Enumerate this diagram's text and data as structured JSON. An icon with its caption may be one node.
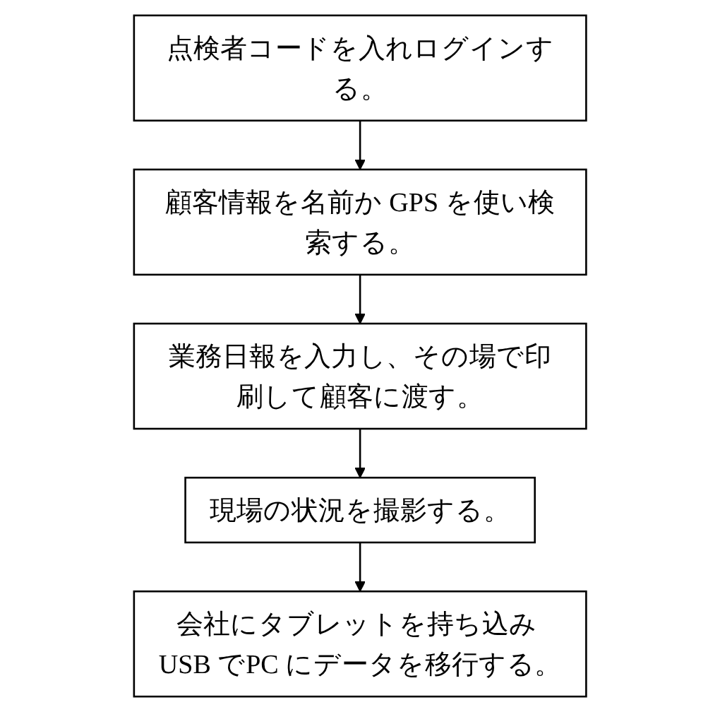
{
  "diagram": {
    "nodes": [
      {
        "text": [
          "点検者コードを入れログインする。"
        ]
      },
      {
        "text": [
          "顧客情報を名前か GPS を使い検索する。"
        ]
      },
      {
        "text": [
          "業務日報を入力し、その場で印刷して顧客に渡す。"
        ]
      },
      {
        "text": [
          "現場の状況を撮影する。"
        ]
      },
      {
        "text": [
          "会社にタブレットを持ち込み USB でPC にデータを移行する。"
        ]
      }
    ],
    "edges": [
      {
        "from": 0,
        "to": 1,
        "arrow": "to"
      },
      {
        "from": 1,
        "to": 2,
        "arrow": "to"
      },
      {
        "from": 2,
        "to": 3,
        "arrow": "to"
      },
      {
        "from": 3,
        "to": 4,
        "arrow": "to"
      }
    ]
  }
}
